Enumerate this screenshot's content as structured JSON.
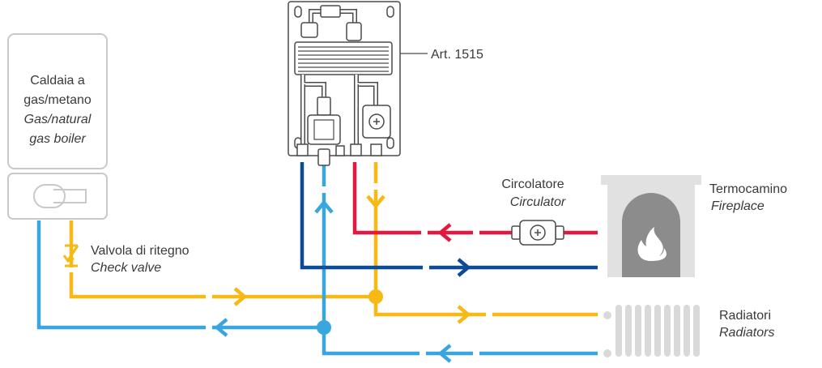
{
  "labels": {
    "boiler_it_1": "Caldaia a",
    "boiler_it_2": "gas/metano",
    "boiler_en_1": "Gas/natural",
    "boiler_en_2": "gas boiler",
    "article": "Art. 1515",
    "circulator_it": "Circolatore",
    "circulator_en": "Circulator",
    "fireplace_it": "Termocamino",
    "fireplace_en": "Fireplace",
    "check_valve_it": "Valvola di ritegno",
    "check_valve_en": "Check valve",
    "radiators_it": "Radiatori",
    "radiators_en": "Radiators"
  },
  "colors": {
    "hot_supply": "#e4173e",
    "dark_return": "#0b4c95",
    "cold_return": "#3aa6de",
    "mixed_flow": "#f6b915",
    "equipment_outline": "#4a4a4a",
    "ghost_outline": "#c9c9c9"
  }
}
